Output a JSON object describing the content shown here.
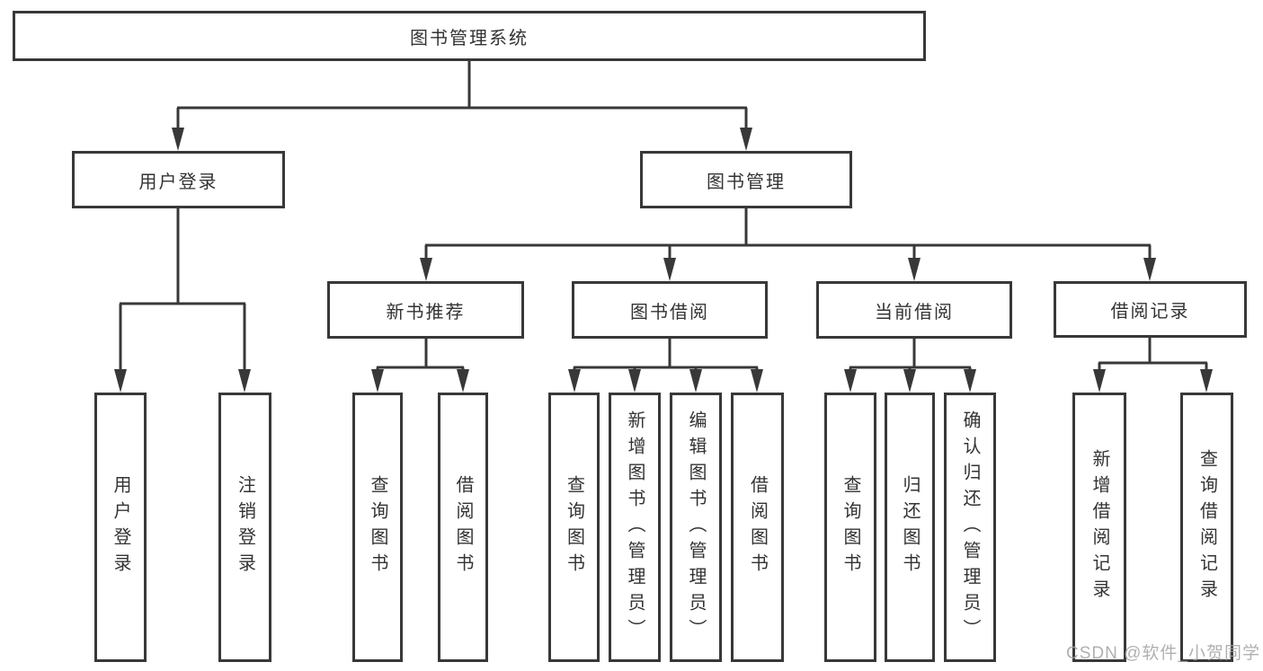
{
  "colors": {
    "line": "#383838",
    "text": "#333333",
    "watermark_text": "#a3a3a3",
    "background": "#ffffff"
  },
  "tree": {
    "root": "图书管理系统",
    "branches": [
      {
        "label": "用户登录",
        "children": [
          "用户登录",
          "注销登录"
        ]
      },
      {
        "label": "图书管理",
        "children": [
          {
            "label": "新书推荐",
            "children": [
              "查询图书",
              "借阅图书"
            ]
          },
          {
            "label": "图书借阅",
            "children": [
              "查询图书",
              "新增图书（管理员）",
              "编辑图书（管理员）",
              "借阅图书"
            ]
          },
          {
            "label": "当前借阅",
            "children": [
              "查询图书",
              "归还图书",
              "确认归还（管理员）"
            ]
          },
          {
            "label": "借阅记录",
            "children": [
              "新增借阅记录",
              "查询借阅记录"
            ]
          }
        ]
      }
    ]
  },
  "watermark": "CSDN @软件_小贺同学"
}
